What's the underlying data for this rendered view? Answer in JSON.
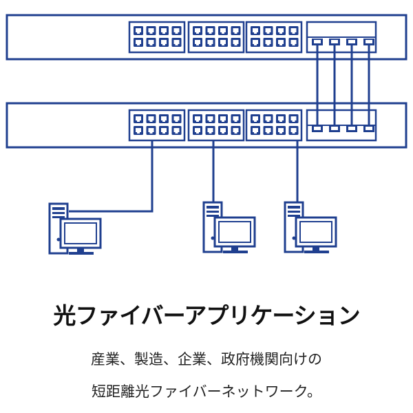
{
  "title": "光ファイバーアプリケーション",
  "description_lines": [
    "産業、製造、企業、政府機関向けの",
    "短距離光ファイバーネットワーク。"
  ],
  "colors": {
    "line": "#1f3f8f",
    "background": "#ffffff",
    "text": "#111111"
  },
  "icons": [
    "network-switch-icon",
    "ethernet-port-icon",
    "sfp-port-icon",
    "desktop-computer-icon"
  ]
}
